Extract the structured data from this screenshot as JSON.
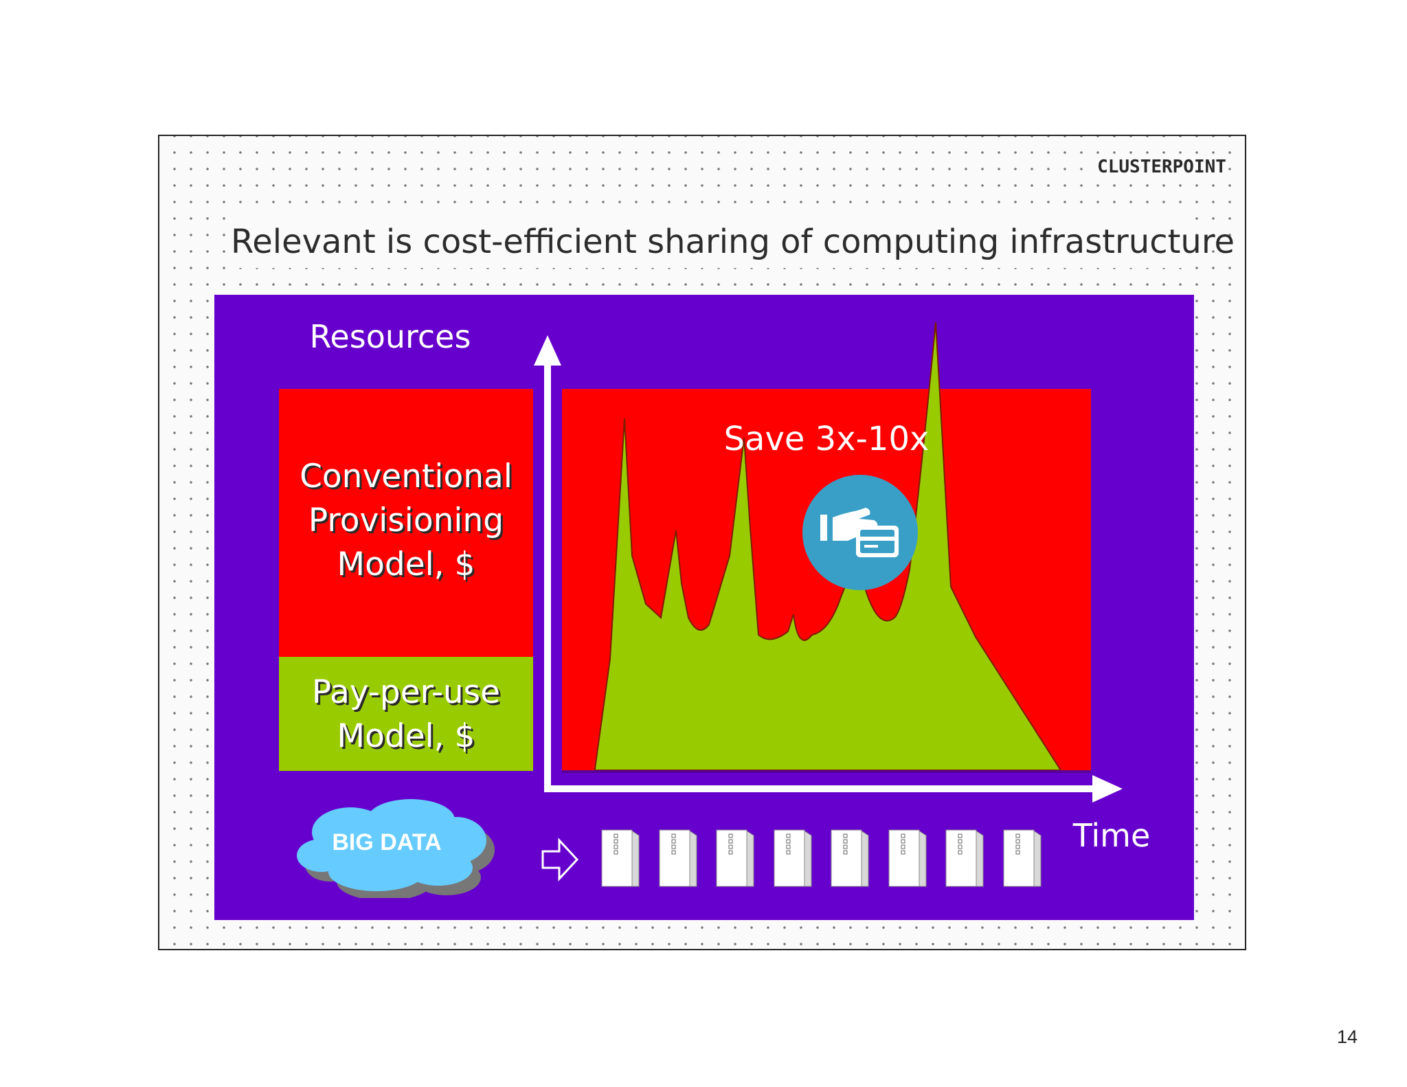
{
  "slide": {
    "logo": "CLUSTERPOINT",
    "title": "Relevant is cost-efficient sharing of computing infrastructure",
    "page_number": "14"
  },
  "diagram": {
    "y_axis_label": "Resources",
    "x_axis_label": "Time",
    "conventional_box": [
      "Conventional",
      "Provisioning",
      "Model, $"
    ],
    "pay_per_use_box": [
      "Pay-per-use",
      "Model, $"
    ],
    "savings_label": "Save 3x-10x",
    "big_data_label": "BIG DATA",
    "server_count": 8,
    "icons": [
      "hand-card-payment-icon",
      "cloud-icon",
      "arrow-right-icon",
      "server-icon"
    ]
  },
  "colors": {
    "panel_background": "#6600cc",
    "conventional": "#ff0000",
    "pay_per_use": "#99cc00",
    "payment_icon_circle": "#3a9fc6",
    "cloud": "#66ccff"
  }
}
